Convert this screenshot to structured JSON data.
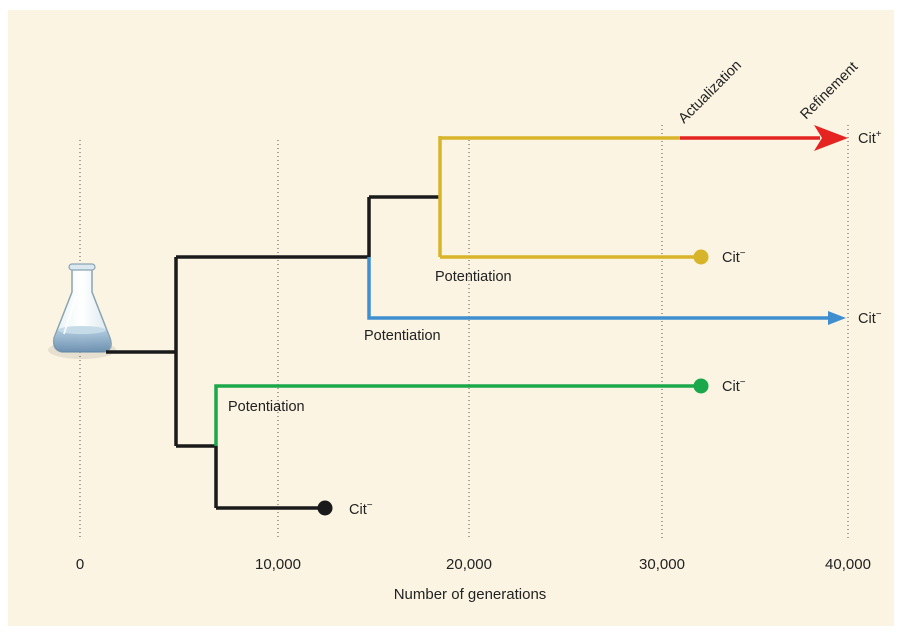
{
  "axis": {
    "xlabel": "Number of generations",
    "ticks": [
      {
        "value": 0,
        "label": "0"
      },
      {
        "value": 10000,
        "label": "10,000"
      },
      {
        "value": 20000,
        "label": "20,000"
      },
      {
        "value": 30000,
        "label": "30,000"
      },
      {
        "value": 40000,
        "label": "40,000"
      }
    ]
  },
  "phases": {
    "actualization": "Actualization",
    "refinement": "Refinement"
  },
  "colors": {
    "ancestral": "#1a1a1a",
    "potentiated_yellow": "#d8b42a",
    "potentiated_blue": "#3f8fd0",
    "potentiated_green": "#1aa84b",
    "refined_red": "#e52421",
    "background": "#fbf4e2",
    "gridline": "#555555"
  },
  "tree_labels": {
    "potentiation_yellow": "Potentiation",
    "potentiation_blue": "Potentiation",
    "potentiation_green": "Potentiation"
  },
  "endpoints": {
    "cit_plus": {
      "base": "Cit",
      "sup": "+"
    },
    "cit_minus_yellow": {
      "base": "Cit",
      "sup": "−"
    },
    "cit_minus_blue": {
      "base": "Cit",
      "sup": "−"
    },
    "cit_minus_green": {
      "base": "Cit",
      "sup": "−"
    },
    "cit_minus_black": {
      "base": "Cit",
      "sup": "−"
    }
  },
  "icons": {
    "flask": "erlenmeyer-flask-icon"
  }
}
